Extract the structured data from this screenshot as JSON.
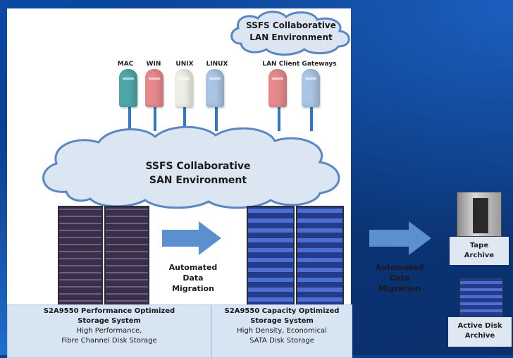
{
  "lan_cloud": {
    "line1": "SSFS Collaborative",
    "line2": "LAN Environment"
  },
  "san_cloud": {
    "line1": "SSFS Collaborative",
    "line2": "SAN Environment"
  },
  "hosts": [
    {
      "label": "MAC",
      "color": "#4fa6a8"
    },
    {
      "label": "WIN",
      "color": "#e5898c"
    },
    {
      "label": "UNIX",
      "color": "#e8e8e0"
    },
    {
      "label": "LINUX",
      "color": "#a9c4e4"
    }
  ],
  "gateways": {
    "label": "LAN Client Gateways",
    "colors": [
      "#e5898c",
      "#a9c4e4"
    ]
  },
  "migration_1": {
    "line1": "Automated",
    "line2": "Data",
    "line3": "Migration"
  },
  "migration_2": {
    "line1": "Automated",
    "line2": "Data",
    "line3": "Migration"
  },
  "performance_system": {
    "title1": "S2A9550 Performance Optimized",
    "title2": "Storage System",
    "desc1": "High Performance,",
    "desc2": "Fibre Channel Disk Storage"
  },
  "capacity_system": {
    "title1": "S2A9550 Capacity Optimized",
    "title2": "Storage System",
    "desc1": "High Density, Economical",
    "desc2": "SATA Disk Storage"
  },
  "tape_archive": {
    "line1": "Tape",
    "line2": "Archive"
  },
  "disk_archive": {
    "line1": "Active Disk",
    "line2": "Archive"
  },
  "colors": {
    "arrow": "#5b8fd0",
    "wire": "#2f78c2",
    "cloud_fill": "#dce6f2",
    "cloud_stroke": "#5b86c5"
  }
}
